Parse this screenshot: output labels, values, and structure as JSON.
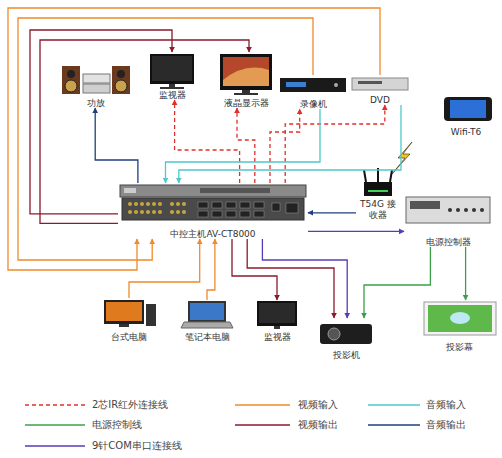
{
  "diagram": {
    "nodes": [
      {
        "text": [
          "功放"
        ]
      },
      {
        "text": [
          "监视器"
        ]
      },
      {
        "text": [
          "液晶显示器"
        ]
      },
      {
        "text": [
          "录像机"
        ]
      },
      {
        "text": [
          "DVD"
        ]
      },
      {
        "text": [
          "Wifi-T6"
        ]
      },
      {
        "text": [
          "中控主机AV-CT8000"
        ]
      },
      {
        "text": [
          "T54G 接收器"
        ]
      },
      {
        "text": [
          "电源控制器"
        ]
      },
      {
        "text": [
          "台式电脑"
        ]
      },
      {
        "text": [
          "笔记本电脑"
        ]
      },
      {
        "text": [
          "监视器"
        ]
      },
      {
        "text": [
          "投影机"
        ]
      },
      {
        "text": [
          "投影幕"
        ]
      }
    ],
    "edges": [
      {
        "from": 6,
        "to": 0,
        "arrow": "to"
      },
      {
        "from": 6,
        "to": 1,
        "arrow": "to"
      },
      {
        "from": 6,
        "to": 2,
        "arrow": "to"
      },
      {
        "from": 6,
        "to": 3,
        "arrow": "to"
      },
      {
        "from": 6,
        "to": 4,
        "arrow": "to"
      },
      {
        "from": 6,
        "to": 1,
        "arrow": "to"
      },
      {
        "from": 6,
        "to": 2,
        "arrow": "to"
      },
      {
        "from": 4,
        "to": 6,
        "arrow": "to"
      },
      {
        "from": 3,
        "to": 6,
        "arrow": "to"
      },
      {
        "from": 3,
        "to": 6,
        "arrow": "to"
      },
      {
        "from": 4,
        "to": 6,
        "arrow": "to"
      },
      {
        "from": 7,
        "to": 6,
        "arrow": "to"
      },
      {
        "from": 6,
        "to": 8,
        "arrow": "to"
      },
      {
        "from": 8,
        "to": 13,
        "arrow": "to"
      },
      {
        "from": 8,
        "to": 12,
        "arrow": "to"
      },
      {
        "from": 9,
        "to": 6,
        "arrow": "to"
      },
      {
        "from": 10,
        "to": 6,
        "arrow": "to"
      },
      {
        "from": 6,
        "to": 11,
        "arrow": "to"
      },
      {
        "from": 6,
        "to": 12,
        "arrow": "to"
      },
      {
        "from": 6,
        "to": 12,
        "arrow": "to"
      }
    ],
    "legend": [
      {
        "text": "2芯IR红外连接线"
      },
      {
        "text": "视频输入"
      },
      {
        "text": "音频输入"
      },
      {
        "text": "电源控制线"
      },
      {
        "text": "视频输出"
      },
      {
        "text": "音频输出"
      },
      {
        "text": "9针COM串口连接线"
      }
    ]
  }
}
